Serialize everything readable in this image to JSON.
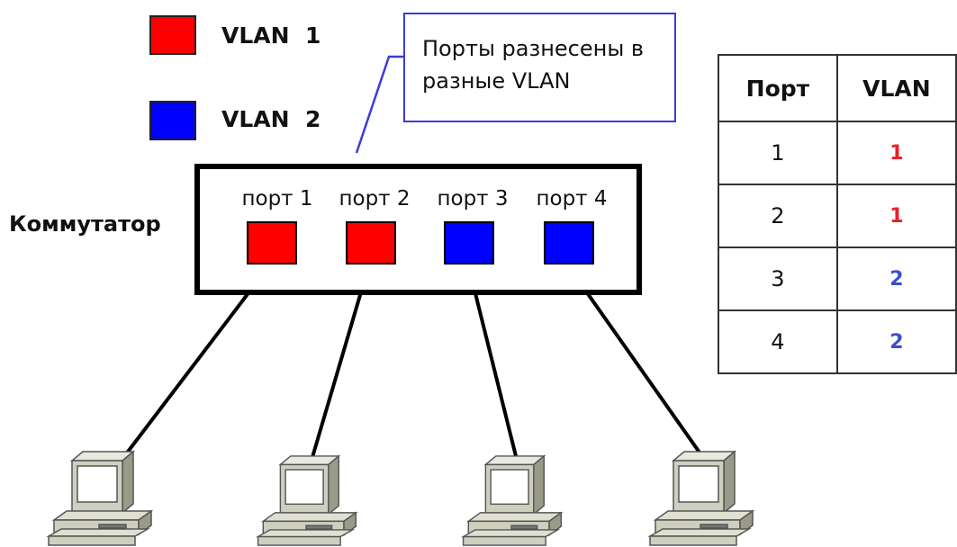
{
  "legend": [
    {
      "label": "VLAN  1",
      "color": "#ff0000"
    },
    {
      "label": "VLAN  2",
      "color": "#0000ff"
    }
  ],
  "callout": {
    "line1": "Порты разнесены в",
    "line2": "разные VLAN"
  },
  "switch_label": "Коммутатор",
  "ports": [
    {
      "label": "порт 1",
      "vlan": 1
    },
    {
      "label": "порт 2",
      "vlan": 1
    },
    {
      "label": "порт 3",
      "vlan": 2
    },
    {
      "label": "порт 4",
      "vlan": 2
    }
  ],
  "table": {
    "headers": [
      "Порт",
      "VLAN"
    ],
    "rows": [
      {
        "port": "1",
        "vlan": "1"
      },
      {
        "port": "2",
        "vlan": "1"
      },
      {
        "port": "3",
        "vlan": "2"
      },
      {
        "port": "4",
        "vlan": "2"
      }
    ]
  },
  "colors": {
    "vlan1": "#ff0000",
    "vlan2": "#0000ff",
    "vlan1_text": "#e8202a",
    "vlan2_text": "#3b4fc8"
  },
  "computers": [
    "computer-icon",
    "computer-icon",
    "computer-icon",
    "computer-icon"
  ]
}
